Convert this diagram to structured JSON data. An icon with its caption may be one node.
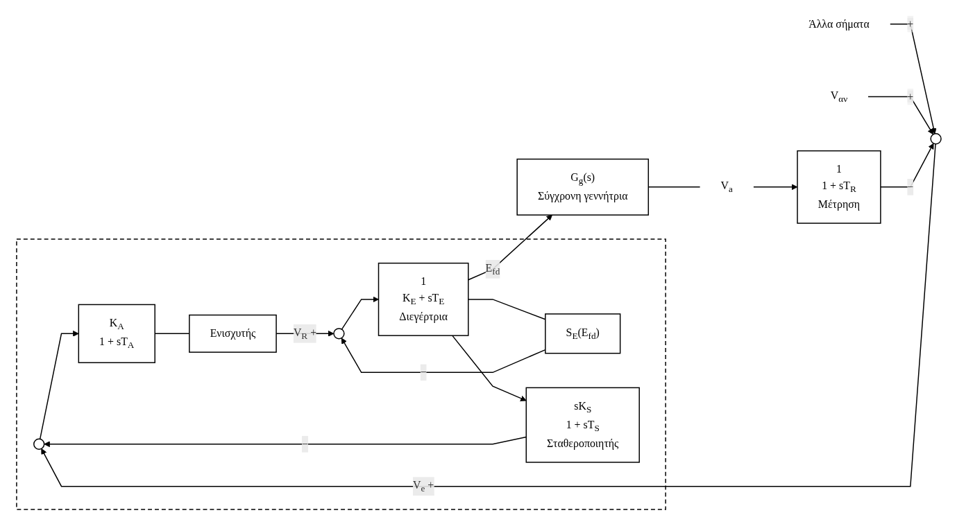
{
  "diagram": {
    "nodes": [
      {
        "text": [],
        "shape": "box"
      },
      {
        "text": [
          "Άλλα σήματα"
        ]
      },
      {
        "text": [
          "V$_{αν}$"
        ]
      },
      {
        "text": [],
        "shape": "circle"
      },
      {
        "text": [],
        "shape": "circle",
        "in": 0
      },
      {
        "text": [
          "K$_{A}$",
          "1 + sT$_{A}$"
        ],
        "in": 0
      },
      {
        "text": [
          "Ενισχυτής"
        ],
        "in": 0
      },
      {
        "text": [],
        "shape": "circle",
        "in": 0
      },
      {
        "text": [
          "S$_{E}$(E$_{fd}$)"
        ],
        "in": 0
      },
      {
        "text": [
          "1",
          "K$_{E}$ + sT$_{E}$",
          "Διεγέρτρια"
        ],
        "in": 0
      },
      {
        "text": [
          "sK$_{S}$",
          "1 + sT$_{S}$",
          "Σταθεροποιητής"
        ],
        "in": 0
      },
      {
        "text": [
          "G$_{g}$(s)",
          "Σύγχρονη γεννήτρια"
        ]
      },
      {
        "text": [
          "V$_{a}$"
        ]
      },
      {
        "text": [
          "1",
          "1 + sT$_{R}$",
          "Μέτρηση"
        ]
      }
    ],
    "edges": [
      {
        "from": 1,
        "to": 3,
        "arrow": "to",
        "label": "+"
      },
      {
        "from": 2,
        "to": 3,
        "arrow": "to",
        "label": "+"
      },
      {
        "from": 3,
        "to": 4,
        "arrow": "to",
        "label": "V$_{e}$ +"
      },
      {
        "from": 4,
        "to": 5,
        "arrow": "to"
      },
      {
        "from": 5,
        "to": 6,
        "arrow": "none"
      },
      {
        "from": 6,
        "to": 7,
        "arrow": "to",
        "label": "V$_{R}$ +"
      },
      {
        "from": 7,
        "to": 9,
        "arrow": "to"
      },
      {
        "from": 9,
        "to": 11,
        "arrow": "to",
        "label": "E$_{fd}$"
      },
      {
        "from": 9,
        "to": 8,
        "arrow": "none"
      },
      {
        "from": 8,
        "to": 7,
        "arrow": "to",
        "label": "−"
      },
      {
        "from": 9,
        "to": 10,
        "arrow": "to"
      },
      {
        "from": 10,
        "to": 4,
        "arrow": "to",
        "label": "−"
      },
      {
        "from": 11,
        "to": 12,
        "arrow": "none"
      },
      {
        "from": 12,
        "to": 13,
        "arrow": "to"
      },
      {
        "from": 13,
        "to": 3,
        "arrow": "to",
        "label": "−"
      }
    ]
  }
}
